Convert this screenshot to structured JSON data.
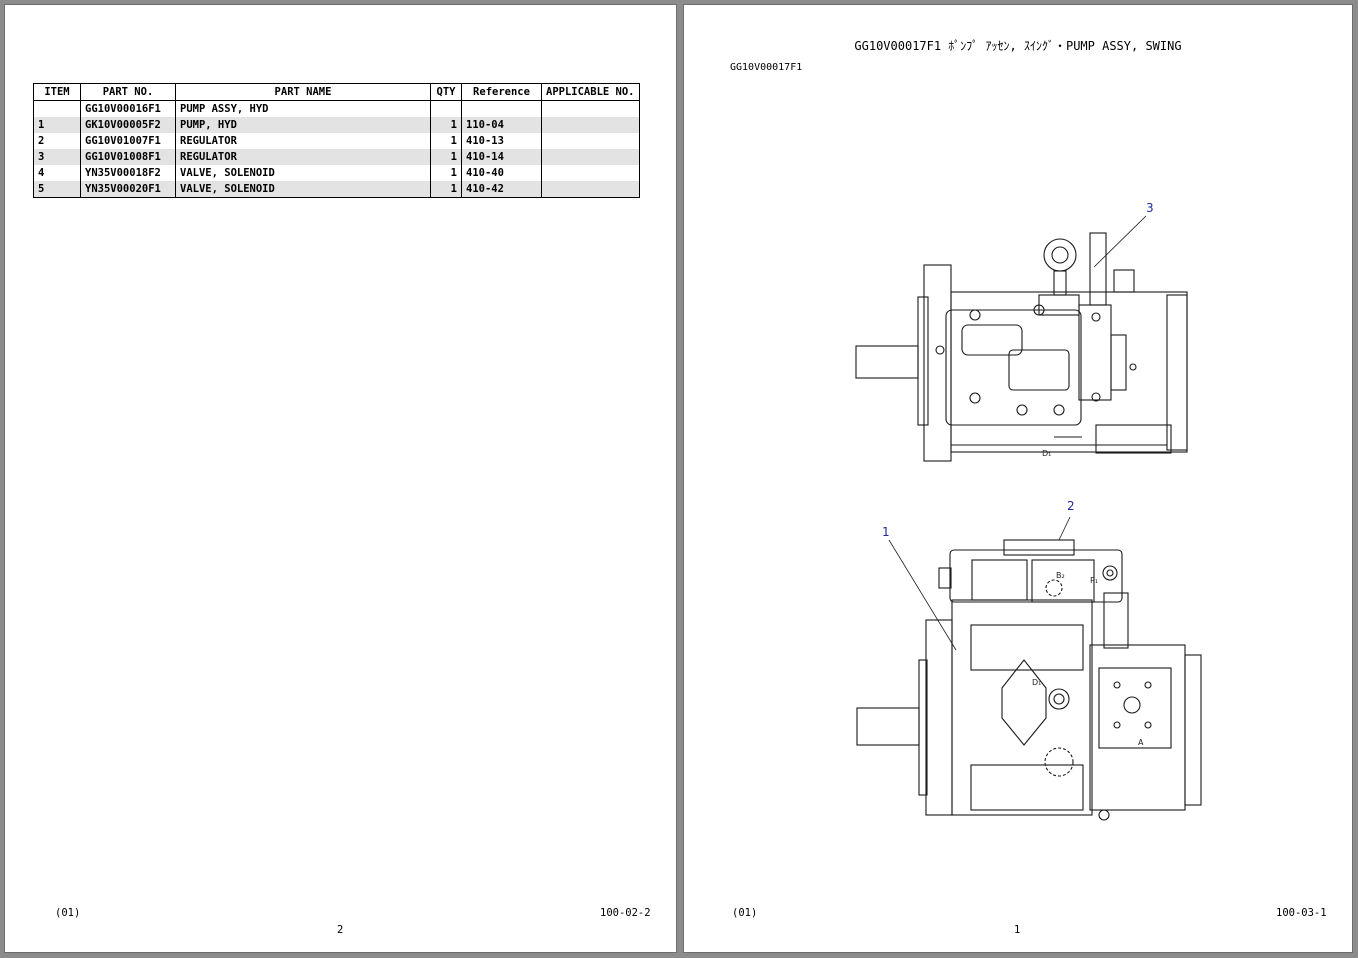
{
  "left_page": {
    "table": {
      "headers": [
        "ITEM",
        "PART NO.",
        "PART NAME",
        "QTY",
        "Reference",
        "APPLICABLE NO."
      ],
      "rows": [
        {
          "item": "",
          "part_no": "GG10V00016F1",
          "part_name": "PUMP ASSY, HYD",
          "qty": "",
          "reference": "",
          "applicable": ""
        },
        {
          "item": "1",
          "part_no": "GK10V00005F2",
          "part_name": "PUMP, HYD",
          "qty": "1",
          "reference": "110-04",
          "applicable": ""
        },
        {
          "item": "2",
          "part_no": "GG10V01007F1",
          "part_name": "REGULATOR",
          "qty": "1",
          "reference": "410-13",
          "applicable": ""
        },
        {
          "item": "3",
          "part_no": "GG10V01008F1",
          "part_name": "REGULATOR",
          "qty": "1",
          "reference": "410-14",
          "applicable": ""
        },
        {
          "item": "4",
          "part_no": "YN35V00018F2",
          "part_name": "VALVE, SOLENOID",
          "qty": "1",
          "reference": "410-40",
          "applicable": ""
        },
        {
          "item": "5",
          "part_no": "YN35V00020F1",
          "part_name": "VALVE, SOLENOID",
          "qty": "1",
          "reference": "410-42",
          "applicable": ""
        }
      ]
    },
    "footer_left": "(01)",
    "footer_right": "100-02-2",
    "page_number": "2"
  },
  "right_page": {
    "title": "GG10V00017F1 ﾎﾟﾝﾌﾟ ｱｯｾﾝ, ｽｲﾝｸﾞ・PUMP ASSY, SWING",
    "subtitle": "GG10V00017F1",
    "callouts": {
      "c1": "1",
      "c2": "2",
      "c3": "3"
    },
    "drawing_labels": {
      "d1_top": "D₁",
      "b2": "B₂",
      "p1": "P₁",
      "d1_bottom": "D₁",
      "a": "A"
    },
    "footer_left": "(01)",
    "footer_right": "100-03-1",
    "page_number": "1"
  }
}
